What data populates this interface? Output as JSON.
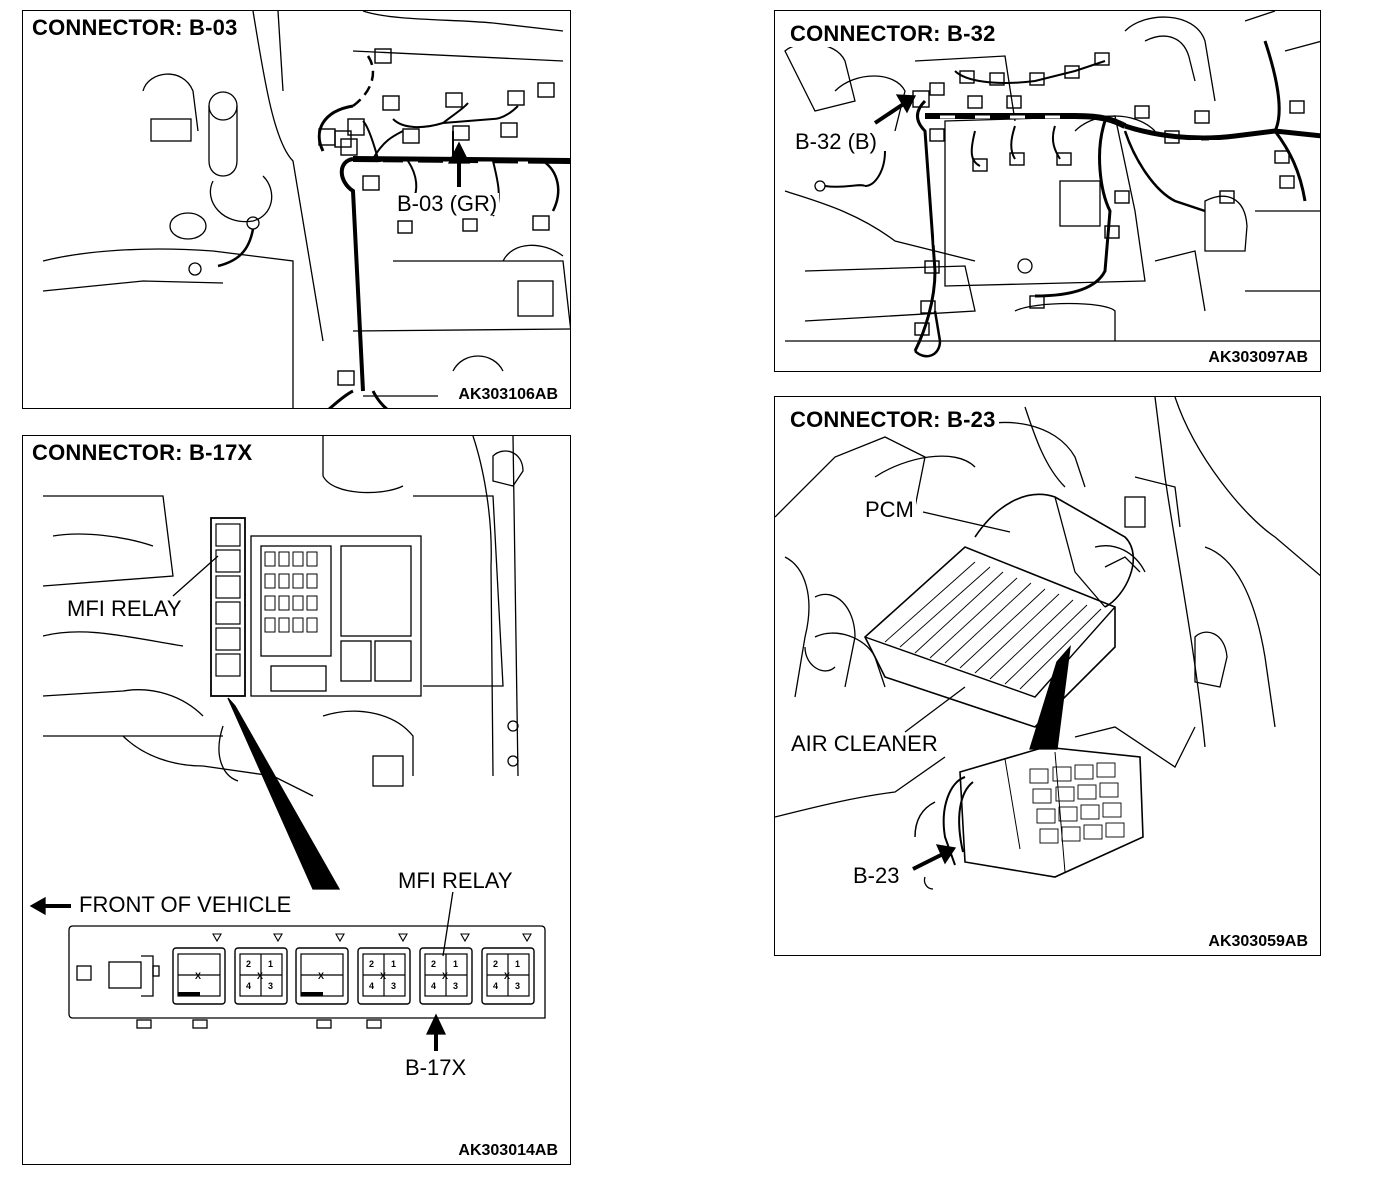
{
  "panels": {
    "b03": {
      "title": "CONNECTOR: B-03",
      "code": "AK303106AB",
      "connector_label": "B-03 (GR)"
    },
    "b32": {
      "title": "CONNECTOR: B-32",
      "code": "AK303097AB",
      "connector_label": "B-32 (B)"
    },
    "b17x": {
      "title": "CONNECTOR: B-17X",
      "code": "AK303014AB",
      "relay_label_top": "MFI RELAY",
      "relay_label_detail": "MFI RELAY",
      "front_label": "FRONT OF VEHICLE",
      "connector_label": "B-17X",
      "pins": [
        "2",
        "1",
        "4",
        "3"
      ],
      "center_mark": "X"
    },
    "b23": {
      "title": "CONNECTOR: B-23",
      "code": "AK303059AB",
      "pcm_label": "PCM",
      "air_cleaner_label": "AIR CLEANER",
      "connector_label": "B-23"
    }
  },
  "colors": {
    "line": "#000000",
    "background": "#ffffff"
  }
}
